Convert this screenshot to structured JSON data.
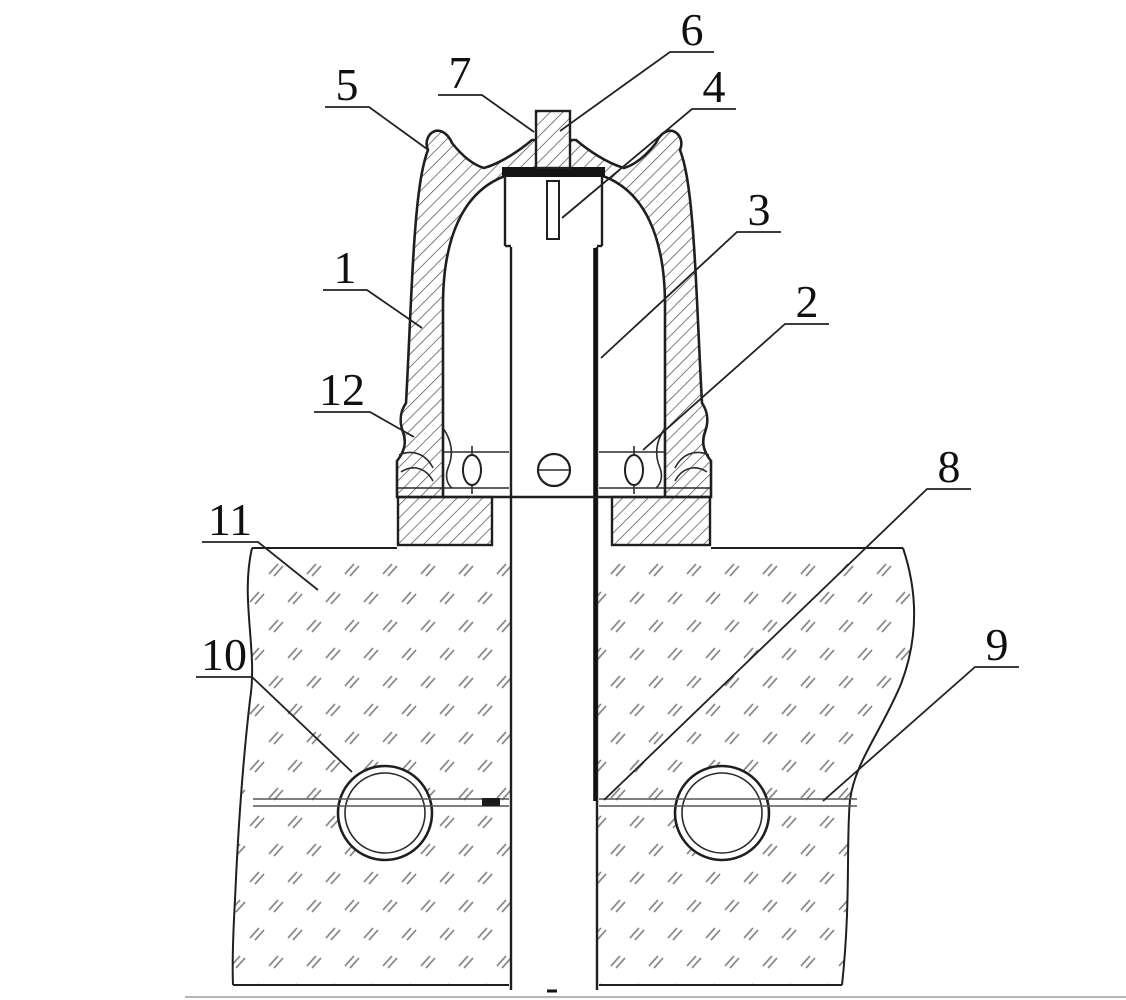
{
  "drawing": {
    "colors": {
      "background": "#ffffff",
      "line": "#1f1f1f",
      "hatch": "#4a4a4a",
      "ground_marks": "#8a8a8a"
    },
    "callouts": [
      {
        "label": "1"
      },
      {
        "label": "2"
      },
      {
        "label": "3"
      },
      {
        "label": "4"
      },
      {
        "label": "5"
      },
      {
        "label": "6"
      },
      {
        "label": "7"
      },
      {
        "label": "8"
      },
      {
        "label": "9"
      },
      {
        "label": "10"
      },
      {
        "label": "11"
      },
      {
        "label": "12"
      }
    ]
  }
}
